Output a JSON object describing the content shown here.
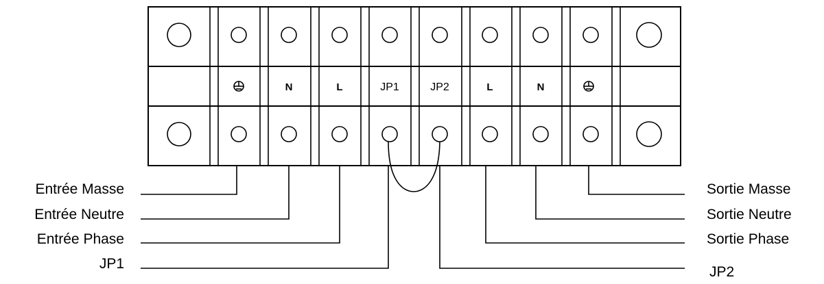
{
  "terminals": [
    {
      "id": "left-end",
      "label": "",
      "ground": false
    },
    {
      "id": "in-ground",
      "label": "",
      "ground": true
    },
    {
      "id": "in-neutral",
      "label": "N",
      "ground": false
    },
    {
      "id": "in-phase",
      "label": "L",
      "ground": false
    },
    {
      "id": "jp1",
      "label": "JP1",
      "ground": false
    },
    {
      "id": "jp2",
      "label": "JP2",
      "ground": false
    },
    {
      "id": "out-phase",
      "label": "L",
      "ground": false
    },
    {
      "id": "out-neutral",
      "label": "N",
      "ground": false
    },
    {
      "id": "out-ground",
      "label": "",
      "ground": true
    },
    {
      "id": "right-end",
      "label": "",
      "ground": false
    }
  ],
  "labels": {
    "left": [
      "Entrée Masse",
      "Entrée Neutre",
      "Entrée Phase",
      "JP1"
    ],
    "right": [
      "Sortie Masse",
      "Sortie Neutre",
      "Sortie Phase",
      "JP2"
    ]
  }
}
